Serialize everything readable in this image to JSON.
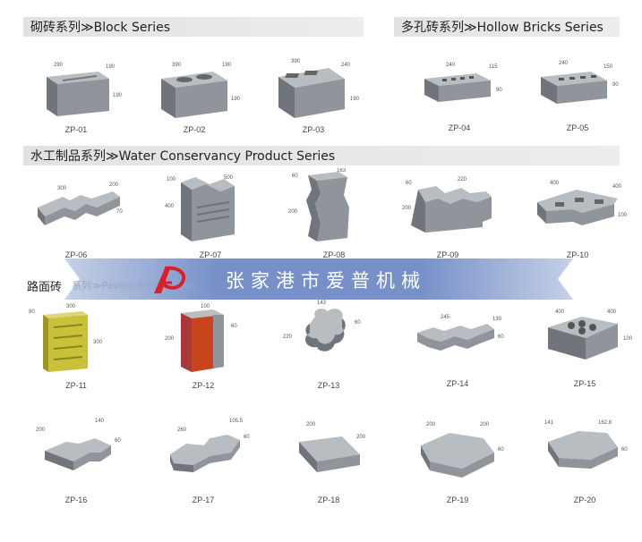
{
  "sections": {
    "block": {
      "title": "砌砖系列≫Block Series"
    },
    "hollow": {
      "title": "多孔砖系列≫Hollow Bricks Series"
    },
    "water": {
      "title": "水工制品系列≫Water Conservancy Product Series"
    },
    "paving": {
      "title": "路面砖",
      "faded": "系列≫Paving Brick Series"
    }
  },
  "banner": {
    "company": "张家港市爱普机械"
  },
  "products": [
    {
      "code": "ZP-01",
      "dims": [
        "290",
        "190",
        "190"
      ]
    },
    {
      "code": "ZP-02",
      "dims": [
        "390",
        "190",
        "190"
      ]
    },
    {
      "code": "ZP-03",
      "dims": [
        "390",
        "240",
        "190"
      ]
    },
    {
      "code": "ZP-04",
      "dims": [
        "240",
        "115",
        "90"
      ]
    },
    {
      "code": "ZP-05",
      "dims": [
        "240",
        "150",
        "90"
      ]
    },
    {
      "code": "ZP-06",
      "dims": [
        "300",
        "200",
        "70"
      ]
    },
    {
      "code": "ZP-07",
      "dims": [
        "100",
        "500",
        "400"
      ]
    },
    {
      "code": "ZP-08",
      "dims": [
        "60",
        "163",
        "200"
      ]
    },
    {
      "code": "ZP-09",
      "dims": [
        "60",
        "220",
        "200"
      ]
    },
    {
      "code": "ZP-10",
      "dims": [
        "400",
        "400",
        "100"
      ]
    },
    {
      "code": "ZP-11",
      "dims": [
        "80",
        "300",
        "300"
      ]
    },
    {
      "code": "ZP-12",
      "dims": [
        "100",
        "200",
        "60"
      ]
    },
    {
      "code": "ZP-13",
      "dims": [
        "143",
        "220",
        "60"
      ]
    },
    {
      "code": "ZP-14",
      "dims": [
        "245",
        "130",
        "60"
      ]
    },
    {
      "code": "ZP-15",
      "dims": [
        "400",
        "400",
        "100"
      ]
    },
    {
      "code": "ZP-16",
      "dims": [
        "200",
        "140",
        "60"
      ]
    },
    {
      "code": "ZP-17",
      "dims": [
        "260",
        "105.5",
        "60"
      ]
    },
    {
      "code": "ZP-18",
      "dims": [
        "200",
        "200",
        ""
      ]
    },
    {
      "code": "ZP-19",
      "dims": [
        "200",
        "200",
        "60"
      ]
    },
    {
      "code": "ZP-20",
      "dims": [
        "141",
        "162.8",
        "60"
      ]
    }
  ],
  "colors": {
    "brick": "#8f959b",
    "brick_top": "#b8bdc2",
    "brick_side": "#6f757b",
    "yellow": "#c9c13a",
    "red": "#c8451c",
    "banner": "#5f7dbe",
    "logo_red": "#d8222a"
  }
}
